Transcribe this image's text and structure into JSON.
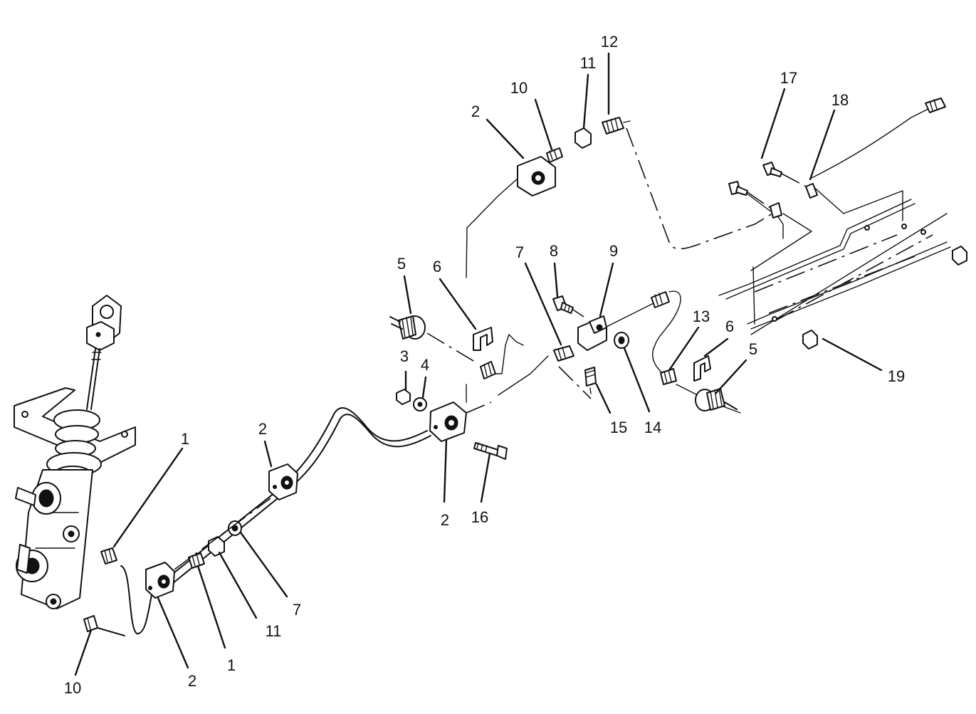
{
  "callouts": [
    {
      "id": "c12",
      "label": "12"
    },
    {
      "id": "c11a",
      "label": "11"
    },
    {
      "id": "c10a",
      "label": "10"
    },
    {
      "id": "c2a",
      "label": "2"
    },
    {
      "id": "c17",
      "label": "17"
    },
    {
      "id": "c18",
      "label": "18"
    },
    {
      "id": "c5a",
      "label": "5"
    },
    {
      "id": "c6a",
      "label": "6"
    },
    {
      "id": "c7a",
      "label": "7"
    },
    {
      "id": "c8",
      "label": "8"
    },
    {
      "id": "c9",
      "label": "9"
    },
    {
      "id": "c13",
      "label": "13"
    },
    {
      "id": "c6b",
      "label": "6"
    },
    {
      "id": "c5b",
      "label": "5"
    },
    {
      "id": "c19",
      "label": "19"
    },
    {
      "id": "c3",
      "label": "3"
    },
    {
      "id": "c4",
      "label": "4"
    },
    {
      "id": "c15",
      "label": "15"
    },
    {
      "id": "c14",
      "label": "14"
    },
    {
      "id": "c2b",
      "label": "2"
    },
    {
      "id": "c1a",
      "label": "1"
    },
    {
      "id": "c2c",
      "label": "2"
    },
    {
      "id": "c16",
      "label": "16"
    },
    {
      "id": "c7b",
      "label": "7"
    },
    {
      "id": "c11b",
      "label": "11"
    },
    {
      "id": "c1b",
      "label": "1"
    },
    {
      "id": "c2d",
      "label": "2"
    },
    {
      "id": "c10b",
      "label": "10"
    }
  ]
}
